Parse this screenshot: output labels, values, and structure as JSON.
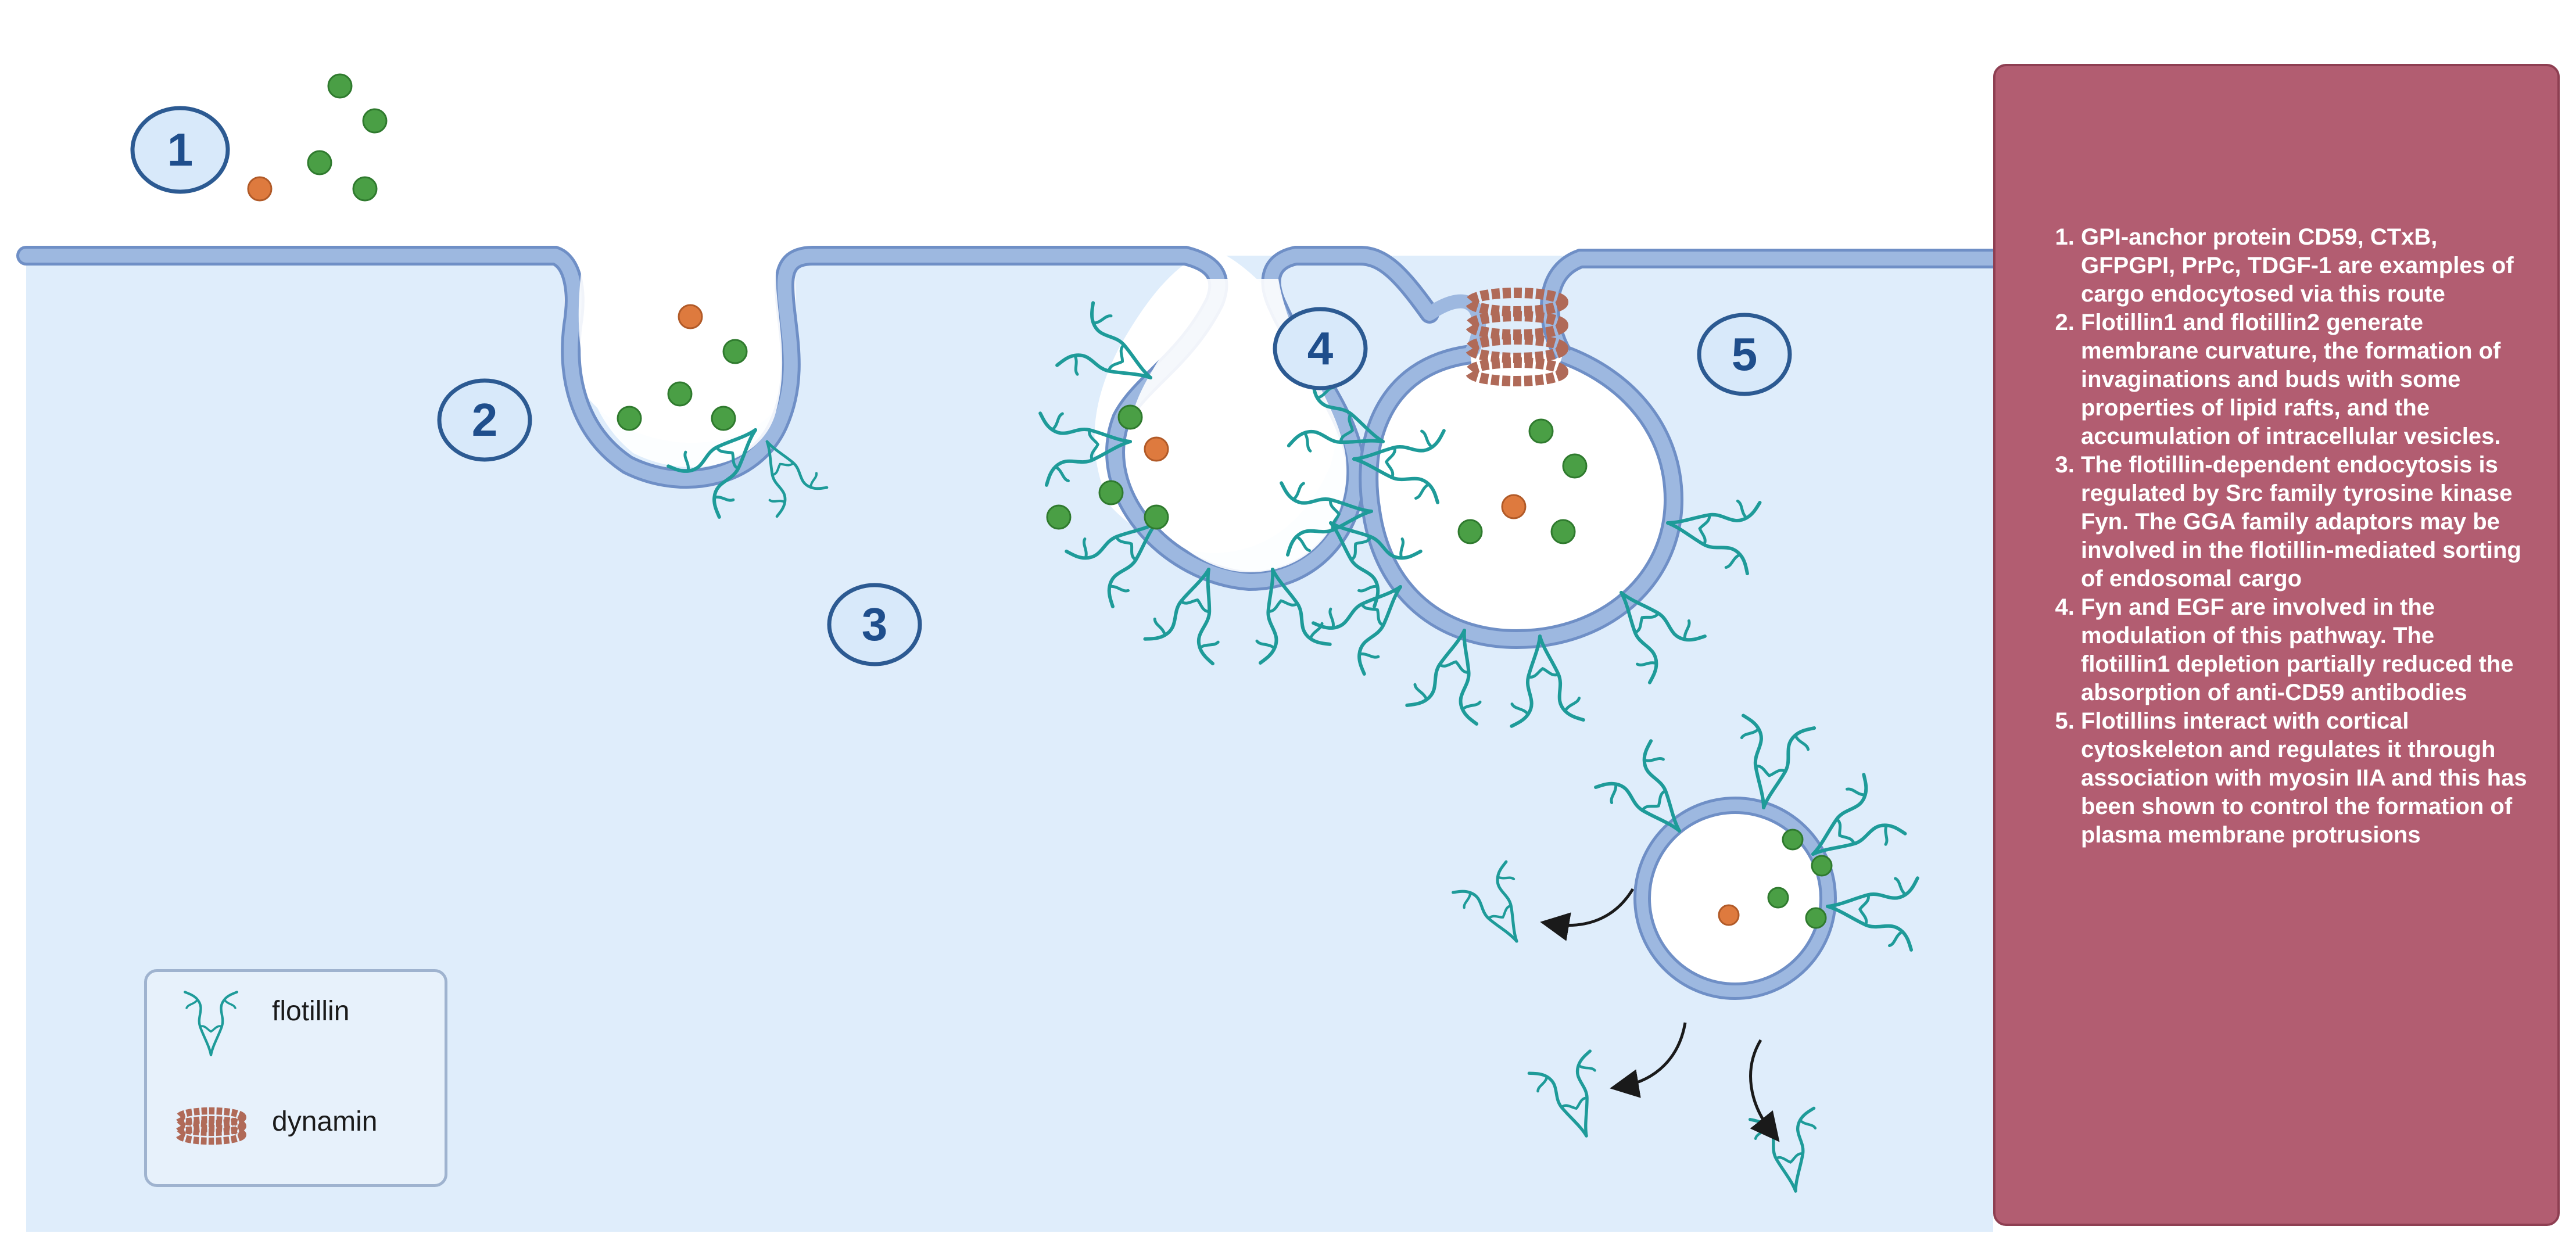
{
  "steps": [
    "1",
    "2",
    "3",
    "4",
    "5"
  ],
  "legend": {
    "flotillin_label": "flotillin",
    "dynamin_label": "dynamin"
  },
  "notes": [
    "GPI-anchor protein CD59, CTxB, GFPGPI, PrPc, TDGF-1 are examples of cargo endocytosed via this route",
    "Flotillin1 and flotillin2 generate membrane curvature, the formation of invaginations and buds with some properties of lipid rafts, and the accumulation of intracellular vesicles.",
    "The flotillin-dependent endocytosis is regulated by Src family tyrosine kinase Fyn. The GGA family adaptors may be involved in the flotillin-mediated sorting of endosomal cargo",
    "Fyn and EGF are involved in the modulation of this pathway. The flotillin1 depletion partially reduced the absorption of anti-CD59 antibodies",
    "Flotillins interact with cortical cytoskeleton and regulates it through association with myosin IIA and this has been shown to control the formation of plasma membrane protrusions"
  ],
  "colors": {
    "cytoplasm": "#dfedfb",
    "membrane": "#9db8e0",
    "membrane_edge": "#6f8fc6",
    "cargo_green": "#4a9f45",
    "cargo_orange": "#de7a3e",
    "flotillin": "#1e9b99",
    "dynamin": "#b06a58",
    "panel": "#b25d71",
    "step_text": "#1f4e8c"
  },
  "icons": [
    "flotillin-icon",
    "dynamin-icon",
    "arrow-icon"
  ]
}
